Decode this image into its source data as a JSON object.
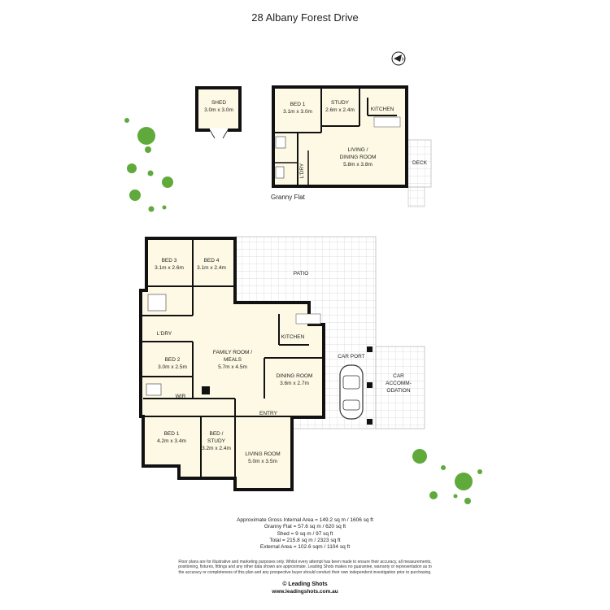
{
  "title": "28 Albany Forest Drive",
  "compass": "N",
  "granny_flat_label": "Granny Flat",
  "rooms": {
    "shed": {
      "name": "SHED",
      "size": "3.0m x 3.0m"
    },
    "gf_bed1": {
      "name": "BED 1",
      "size": "3.1m x 3.0m"
    },
    "gf_study": {
      "name": "STUDY",
      "size": "2.6m x 2.4m"
    },
    "gf_kitchen": {
      "name": "KITCHEN"
    },
    "gf_living_1": {
      "name": "LIVING /"
    },
    "gf_living_2": {
      "name": "DINING ROOM",
      "size": "5.8m x 3.8m"
    },
    "gf_ldry": {
      "name": "L'DRY"
    },
    "deck": {
      "name": "DECK"
    },
    "patio": {
      "name": "PATIO"
    },
    "bed3": {
      "name": "BED 3",
      "size": "3.1m x 2.6m"
    },
    "bed4": {
      "name": "BED 4",
      "size": "3.1m x 2.4m"
    },
    "ldry": {
      "name": "L'DRY"
    },
    "kitchen": {
      "name": "KITCHEN"
    },
    "family_1": {
      "name": "FAMILY ROOM /"
    },
    "family_2": {
      "name": "MEALS",
      "size": "5.7m x 4.5m"
    },
    "bed2": {
      "name": "BED 2",
      "size": "3.0m x 2.5m"
    },
    "carport": {
      "name": "CAR PORT"
    },
    "car_accom_1": {
      "name": "CAR"
    },
    "car_accom_2": {
      "name": "ACCOMM-"
    },
    "car_accom_3": {
      "name": "ODATION"
    },
    "dining": {
      "name": "DINING ROOM",
      "size": "3.6m x 2.7m"
    },
    "wir": {
      "name": "WIR"
    },
    "entry": {
      "name": "ENTRY"
    },
    "bed1": {
      "name": "BED 1",
      "size": "4.2m x 3.4m"
    },
    "bed_study_1": {
      "name": "BED /"
    },
    "bed_study_2": {
      "name": "STUDY",
      "size": "3.2m x 2.4m"
    },
    "living": {
      "name": "LIVING ROOM",
      "size": "5.0m x 3.5m"
    }
  },
  "areas": [
    "Approximate Gross Internal Area = 149.2 sq m / 1606 sq ft",
    "Granny Flat = 57.6 sq m / 620 sq ft",
    "Shed = 9 sq m / 97 sq ft",
    "Total = 215.8 sq m / 2323 sq ft",
    "External Area = 102.6 sqm / 1104 sq ft"
  ],
  "disclaimer": [
    "Floor plans are for illustrative and marketing purposes only. Whilst every attempt has been made to ensure their accuracy, all measurements,",
    "positioning, fixtures, fittings and any other data shown are approximate. Leading Shots makes no guarantee, warranty or representation as to",
    "the accuracy or completeness of this plan and any prospective buyer should conduct their own independent investigation prior to purchasing."
  ],
  "brand": {
    "name": "© Leading Shots",
    "url": "www.leadingshots.com.au"
  },
  "colors": {
    "wall": "#111111",
    "floor": "#fdf9e4",
    "grid_line": "#d4d4d4",
    "tree": "#5faa3a"
  }
}
